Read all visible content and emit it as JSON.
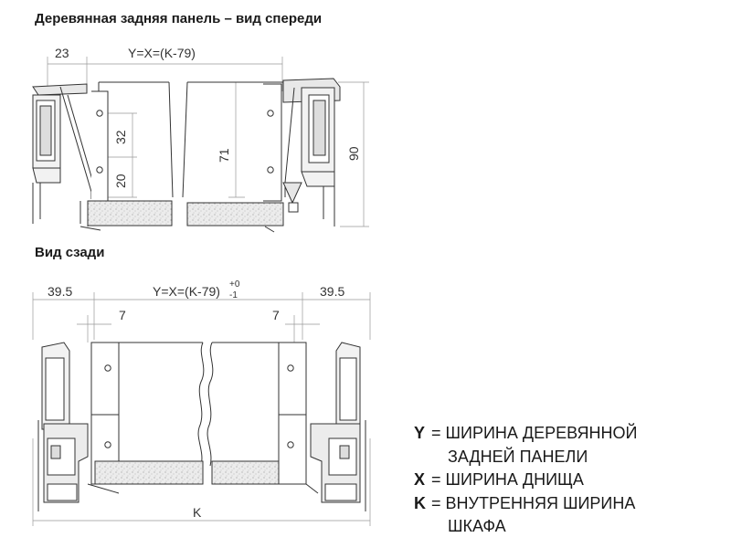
{
  "front_view": {
    "title": "Деревянная задняя панель – вид спереди",
    "dims": {
      "left_offset": "23",
      "width_formula": "Y=X=(K-79)",
      "hole_spacing": "32",
      "hole_height": "20",
      "panel_height": "71",
      "side_height": "90"
    }
  },
  "rear_view": {
    "title": "Вид сзади",
    "dims": {
      "left_offset": "39.5",
      "right_offset": "39.5",
      "width_formula": "Y=X=(K-79)",
      "tol_plus": "+0",
      "tol_minus": "-1",
      "left_gap": "7",
      "right_gap": "7",
      "total": "K"
    }
  },
  "legend": [
    {
      "key": "Y",
      "text": " = ШИРИНА ДЕРЕВЯННОЙ",
      "cont": "ЗАДНЕЙ ПАНЕЛИ"
    },
    {
      "key": "X",
      "text": " = ШИРИНА ДНИЩА"
    },
    {
      "key": "K",
      "text": " = ВНУТРЕННЯЯ ШИРИНА",
      "cont": "ШКАФА"
    }
  ],
  "colors": {
    "line": "#333333",
    "dim": "#9a9a9a",
    "fill_gray": "#c9c9c9",
    "speckle": "#e4e4e4"
  }
}
